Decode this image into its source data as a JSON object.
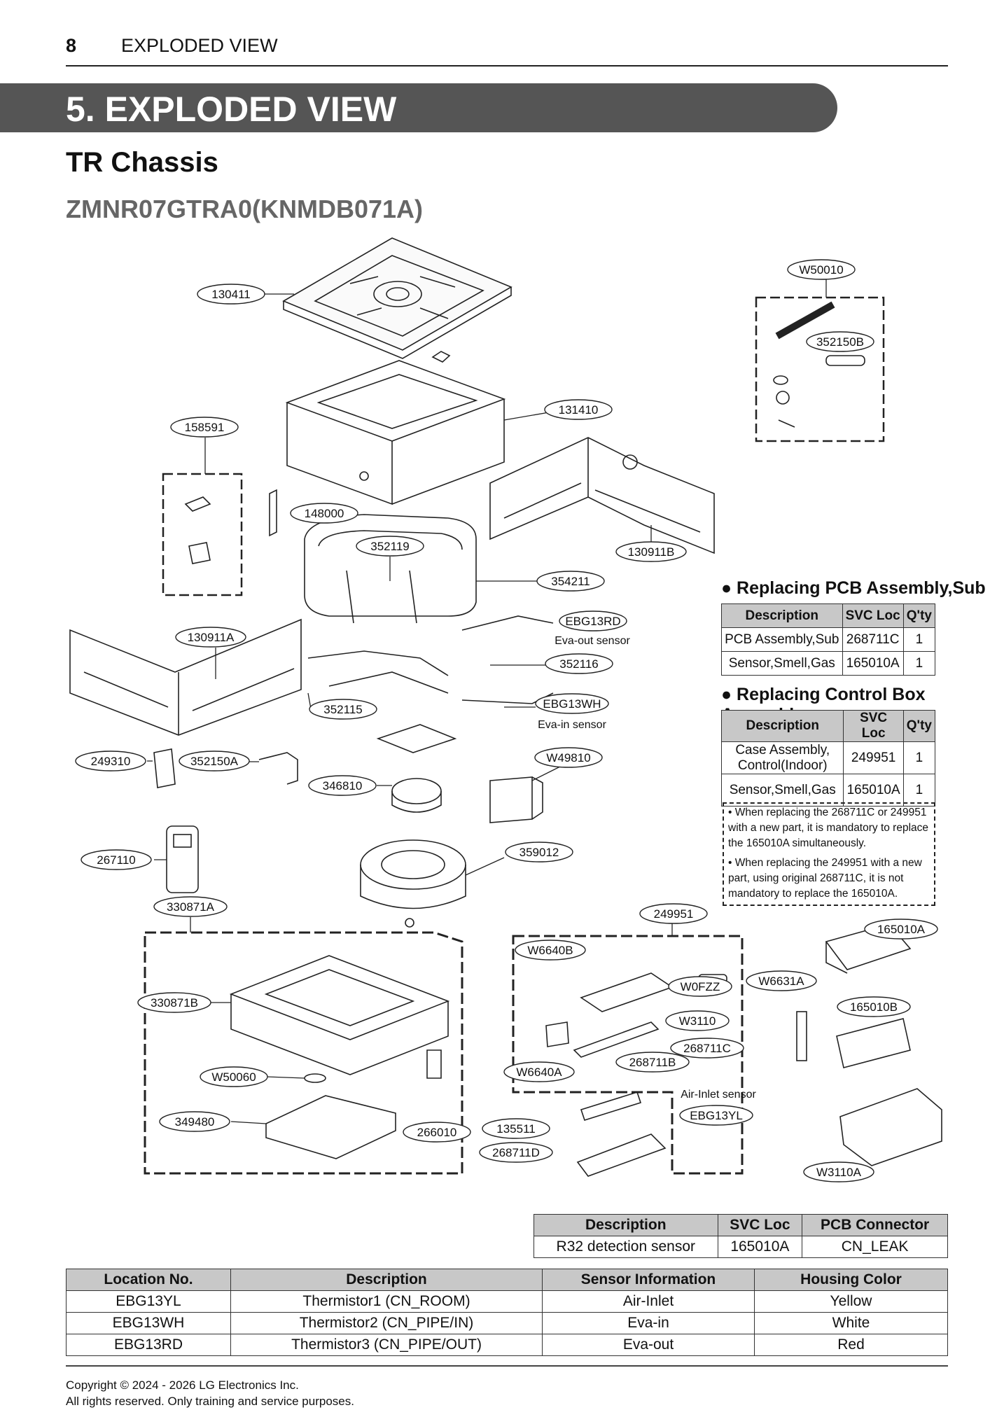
{
  "header": {
    "page_number": "8",
    "section": "EXPLODED VIEW"
  },
  "banner": "5. EXPLODED VIEW",
  "chassis": "TR Chassis",
  "model": "ZMNR07GTRA0(KNMDB071A)",
  "parts": {
    "p130411": "130411",
    "pW50010": "W50010",
    "p352150B": "352150B",
    "p131410": "131410",
    "p158591": "158591",
    "p148000": "148000",
    "p352119": "352119",
    "p130911B": "130911B",
    "p354211": "354211",
    "pEBG13RD": "EBG13RD",
    "cap_evaout": "Eva-out sensor",
    "p130911A": "130911A",
    "p352116": "352116",
    "p352115": "352115",
    "pEBG13WH": "EBG13WH",
    "cap_evain": "Eva-in sensor",
    "p249310": "249310",
    "p352150A": "352150A",
    "pW49810": "W49810",
    "p346810": "346810",
    "p267110": "267110",
    "p359012": "359012",
    "p330871A": "330871A",
    "p249951": "249951",
    "p165010A": "165010A",
    "pW6640B": "W6640B",
    "pW6631A": "W6631A",
    "pW0FZZ": "W0FZZ",
    "p330871B": "330871B",
    "p165010B": "165010B",
    "pW3110": "W3110",
    "p268711C": "268711C",
    "pW6640A": "W6640A",
    "p268711B": "268711B",
    "pW50060": "W50060",
    "cap_airinlet": "Air-Inlet sensor",
    "pEBG13YL": "EBG13YL",
    "p349480": "349480",
    "p266010": "266010",
    "p135511": "135511",
    "p268711D": "268711D",
    "pW3110A": "W3110A"
  },
  "pcb_replace": {
    "heading": "Replacing PCB Assembly,Sub",
    "cols": [
      "Description",
      "SVC Loc",
      "Q'ty"
    ],
    "rows": [
      [
        "PCB Assembly,Sub",
        "268711C",
        "1"
      ],
      [
        "Sensor,Smell,Gas",
        "165010A",
        "1"
      ]
    ]
  },
  "control_replace": {
    "heading": "Replacing Control Box Assembly",
    "cols": [
      "Description",
      "SVC Loc",
      "Q'ty"
    ],
    "rows": [
      [
        "Case Assembly, Control(Indoor)",
        "249951",
        "1"
      ],
      [
        "Sensor,Smell,Gas",
        "165010A",
        "1"
      ]
    ]
  },
  "notes": [
    "• When replacing the 268711C or 249951 with a new part, it is mandatory to replace the 165010A simultaneously.",
    "• When replacing the 249951 with a new part, using original 268711C, it is not mandatory to replace the 165010A."
  ],
  "r32_table": {
    "cols": [
      "Description",
      "SVC Loc",
      "PCB Connector"
    ],
    "rows": [
      [
        "R32 detection sensor",
        "165010A",
        "CN_LEAK"
      ]
    ]
  },
  "sensor_table": {
    "cols": [
      "Location No.",
      "Description",
      "Sensor Information",
      "Housing Color"
    ],
    "rows": [
      [
        "EBG13YL",
        "Thermistor1 (CN_ROOM)",
        "Air-Inlet",
        "Yellow"
      ],
      [
        "EBG13WH",
        "Thermistor2 (CN_PIPE/IN)",
        "Eva-in",
        "White"
      ],
      [
        "EBG13RD",
        "Thermistor3 (CN_PIPE/OUT)",
        "Eva-out",
        "Red"
      ]
    ]
  },
  "copyright": [
    "Copyright © 2024 - 2026 LG Electronics Inc.",
    "All rights reserved. Only training and service purposes."
  ]
}
